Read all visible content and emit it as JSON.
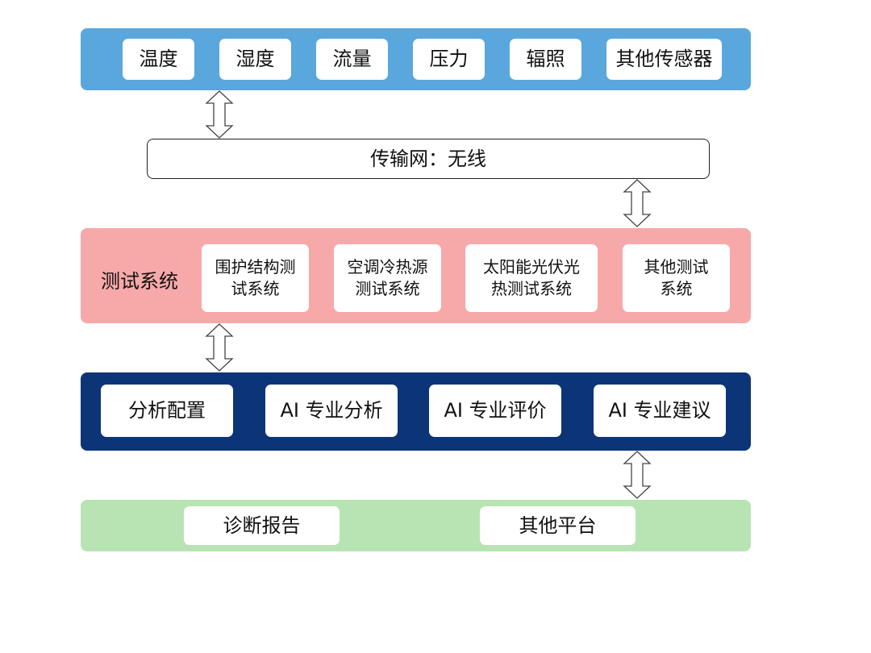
{
  "sensors": {
    "items": [
      "温度",
      "湿度",
      "流量",
      "压力",
      "辐照",
      "其他传感器"
    ],
    "color": "#5aa7de"
  },
  "network": {
    "label": "传输网：无线"
  },
  "testing": {
    "title": "测试系统",
    "color": "#f7a9a9",
    "items": [
      {
        "line1": "围护结构测",
        "line2": "试系统"
      },
      {
        "line1": "空调冷热源",
        "line2": "测试系统"
      },
      {
        "line1": "太阳能光伏光",
        "line2": "热测试系统"
      },
      {
        "line1": "其他测试",
        "line2": "系统"
      }
    ]
  },
  "analysis": {
    "color": "#0c3577",
    "items": [
      "分析配置",
      "AI 专业分析",
      "AI 专业评价",
      "AI 专业建议"
    ]
  },
  "output": {
    "color": "#b8e4b4",
    "items": [
      "诊断报告",
      "其他平台"
    ]
  },
  "arrows": [
    "double-arrow-icon",
    "double-arrow-icon",
    "double-arrow-icon",
    "double-arrow-icon"
  ]
}
